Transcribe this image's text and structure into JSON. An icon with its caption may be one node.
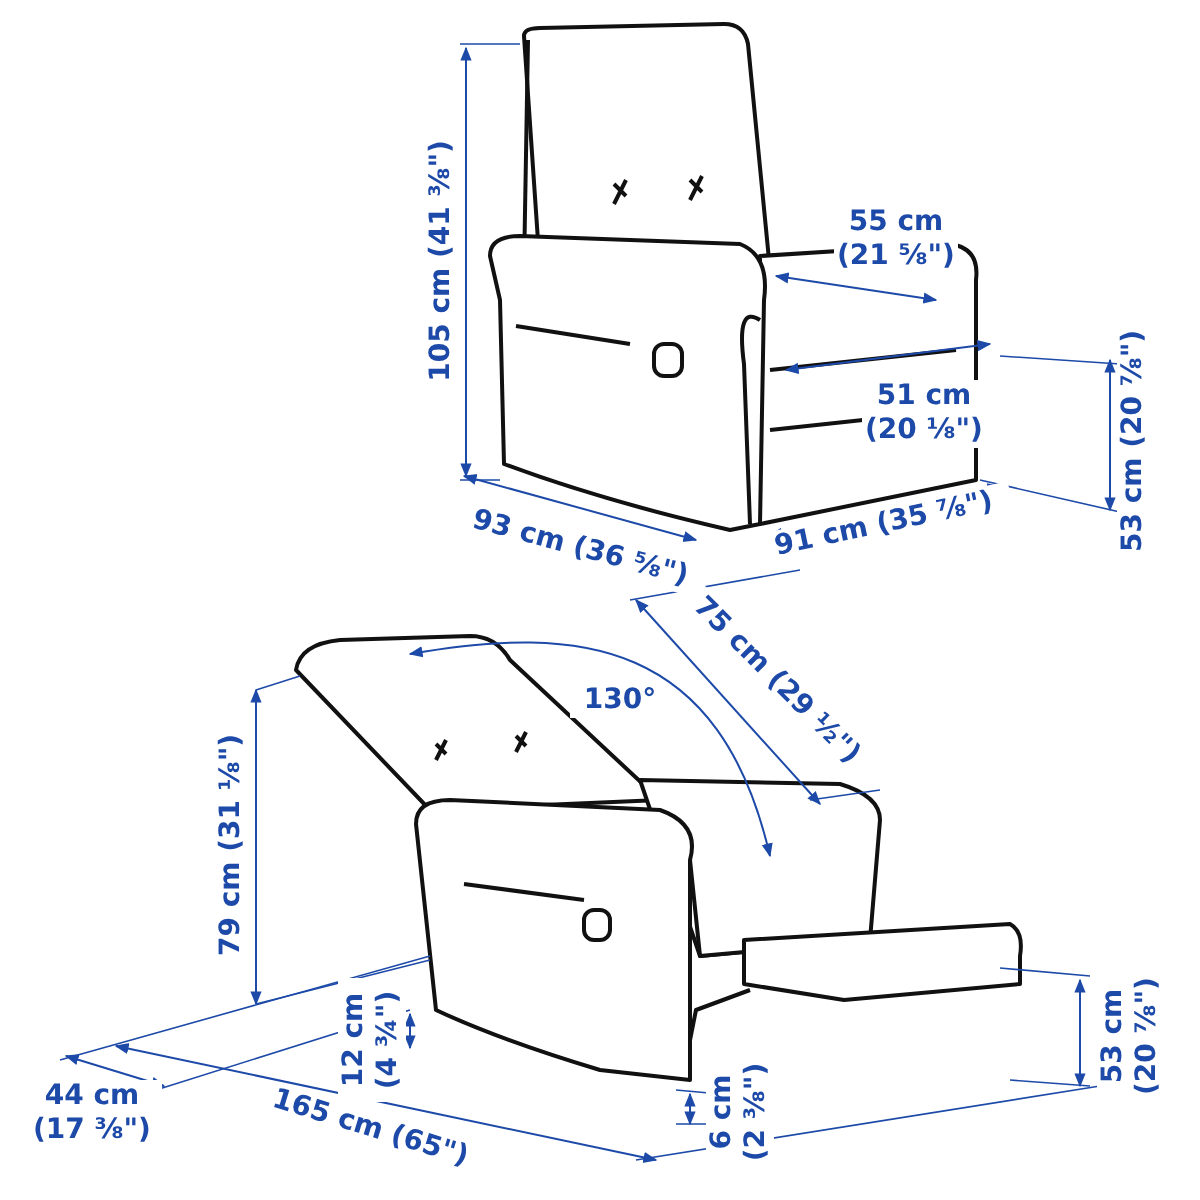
{
  "diagram": {
    "labels": [
      "105 cm (41 ⅜\")",
      "55 cm (21 ⅝\")",
      "51 cm (20 ⅛\")",
      "53 cm (20 ⅞\")",
      "93 cm (36 ⅝\")",
      "91 cm (35 ⅞\")",
      "75 cm (29 ½\")",
      "130°",
      "79 cm (31 ⅛\")",
      "12 cm (4 ¾\")",
      "53 cm (20 ⅞\")",
      "44 cm (17 ⅜\")",
      "165 cm (65\")",
      "6 cm (2 ⅜\")"
    ]
  }
}
